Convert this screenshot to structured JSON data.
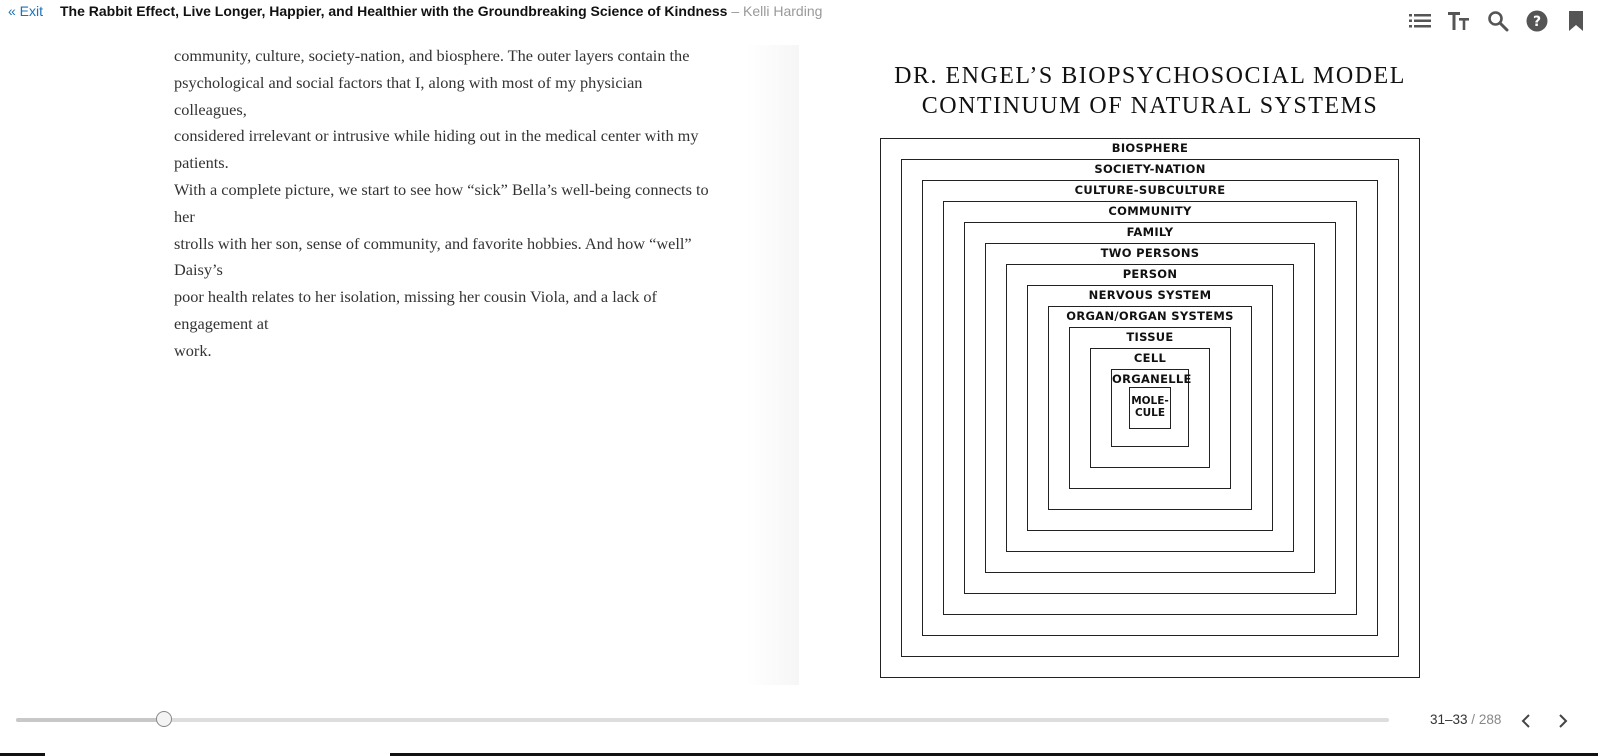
{
  "header": {
    "exit_label": "« Exit",
    "book_title": "The Rabbit Effect, Live Longer, Happier, and Healthier with the Groundbreaking Science of Kindness",
    "separator": " – ",
    "author": "Kelli Harding",
    "tools": [
      "list-icon",
      "text-size-icon",
      "search-icon",
      "help-icon",
      "bookmark-icon"
    ]
  },
  "page": {
    "lines": [
      "community, culture, society-nation, and biosphere. The outer layers contain the",
      "psychological and social factors that I, along with most of my physician colleagues,",
      "considered irrelevant or intrusive while hiding out in the medical center with my patients.",
      "With a complete picture, we start to see how “sick” Bella’s well-being connects to her",
      "strolls with her son, sense of community, and favorite hobbies. And how “well” Daisy’s",
      "poor health relates to her isolation, missing her cousin Viola, and a lack of engagement at",
      "work."
    ]
  },
  "figure": {
    "title_line1": "DR. ENGEL’S BIOPSYCHOSOCIAL MODEL",
    "title_line2": "CONTINUUM OF NATURAL SYSTEMS",
    "layers": [
      "BIOSPHERE",
      "SOCIETY-NATION",
      "CULTURE-SUBCULTURE",
      "COMMUNITY",
      "FAMILY",
      "TWO PERSONS",
      "PERSON",
      "NERVOUS SYSTEM",
      "ORGAN/ORGAN SYSTEMS",
      "TISSUE",
      "CELL",
      "ORGANELLE"
    ],
    "core_line1": "MOLE-",
    "core_line2": "CULE"
  },
  "footer": {
    "progress_fraction": 0.108,
    "page_range": "31–33",
    "page_separator": " / ",
    "page_total": "288"
  }
}
